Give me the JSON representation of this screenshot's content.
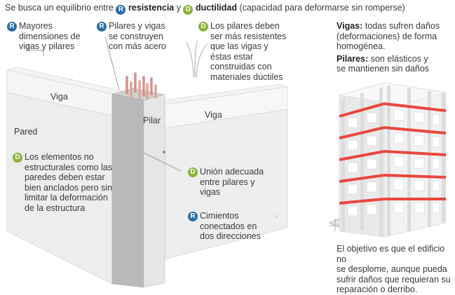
{
  "header": {
    "prefix": "Se busca un equilibrio entre",
    "resistencia": "resistencia",
    "connector": "y",
    "ductilidad": "ductilidad",
    "suffix": "(capacidad para deformarse sin romperse)"
  },
  "badges": {
    "r": "R",
    "d": "D"
  },
  "colors": {
    "badge_r": "#2a6ea6",
    "badge_d": "#8ab33a",
    "beam_red": "#e8473f"
  },
  "notes": {
    "mayores": [
      "Mayores",
      "dimensiones de",
      "vigas y pilares"
    ],
    "pilares_vigas": [
      "Pilares y vigas",
      "se construyen",
      "con más acero"
    ],
    "pilares_deben": [
      "Los pilares deben",
      "ser más resistentes",
      "que las vigas y",
      "éstas estar",
      "construidas con",
      "materiales dúctiles"
    ],
    "elementos": [
      "Los elementos no",
      "estructurales como las",
      "paredes deben estar",
      "bien anclados pero sin",
      "limitar la deformación",
      "de la estructura"
    ],
    "union": [
      "Unión adecuada",
      "entre pilares y",
      "vigas"
    ],
    "cimientos": [
      "Cimientos",
      "conectados en",
      "dos direcciones"
    ]
  },
  "labels": {
    "viga_left": "Viga",
    "viga_right": "Viga",
    "pilar": "Pilar",
    "pared": "Pared"
  },
  "right_panel": {
    "vigas_bold": "Vigas:",
    "vigas_lines": [
      "todas sufren daños",
      "(deformaciones) de forma",
      "homogénea."
    ],
    "pilares_bold": "Pilares:",
    "pilares_lines": [
      "son elásticos y",
      "se mantienen sin daños"
    ],
    "objetivo": [
      "El objetivo es que el edificio no",
      "se desplome, aunque pueda",
      "sufrir daños que requieran su",
      "reparación o derribo."
    ]
  }
}
